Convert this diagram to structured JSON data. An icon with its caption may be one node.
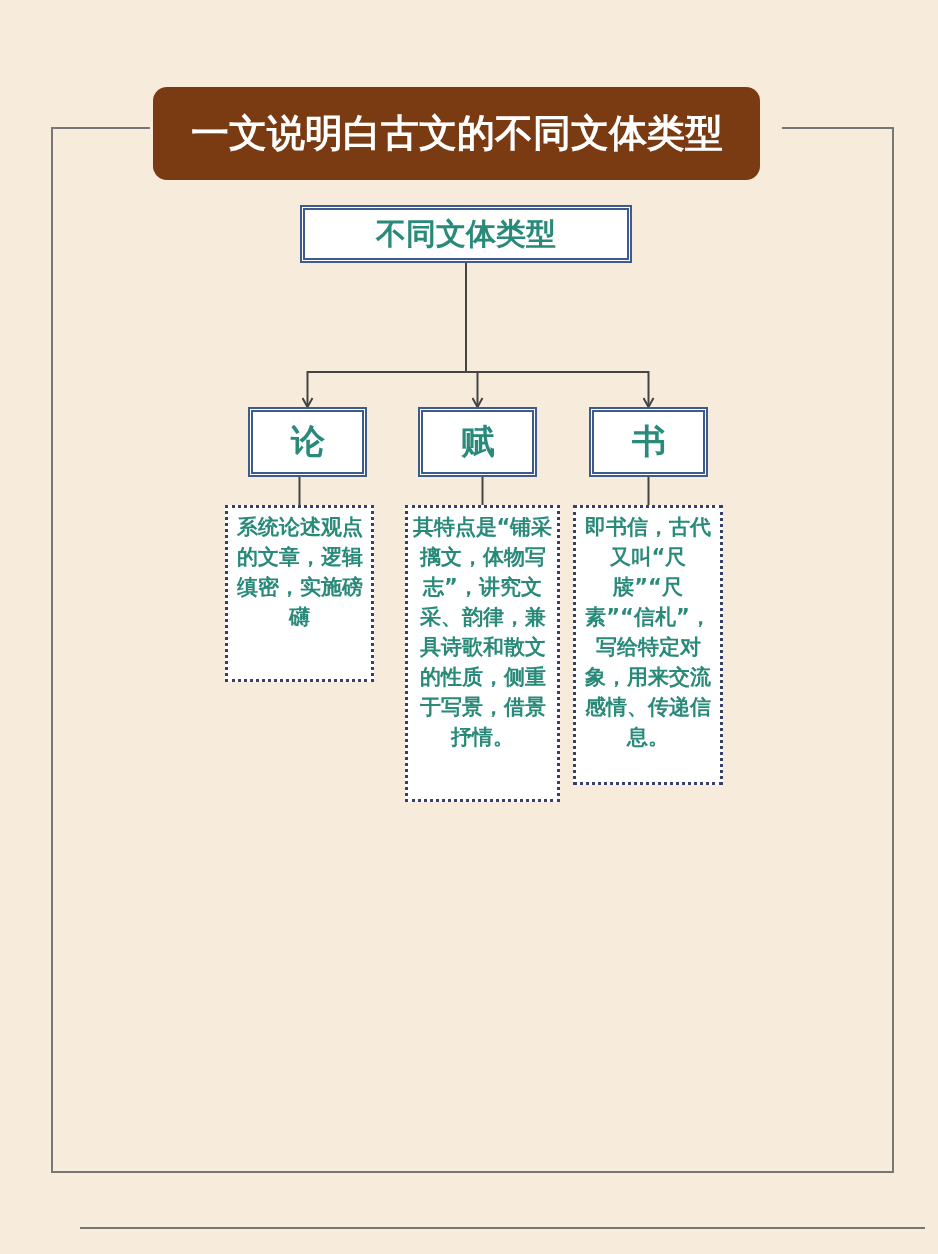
{
  "diagram": {
    "title": "一文说明白古文的不同文体类型",
    "nodes": [
      {
        "text": [
          "不同文体类型"
        ]
      },
      {
        "text": [
          "论"
        ]
      },
      {
        "text": [
          "赋"
        ]
      },
      {
        "text": [
          "书"
        ]
      },
      {
        "text": [
          "系统论述观点的文章，逻辑缜密，实施磅礴"
        ]
      },
      {
        "text": [
          "其特点是“铺采摛文，体物写志”，讲究文采、韵律，兼具诗歌和散文的性质，侧重于写景，借景抒情。"
        ]
      },
      {
        "text": [
          "即书信，古代又叫“尺牍”“尺素”“信札”，写给特定对象，用来交流感情、传递信息。"
        ]
      }
    ],
    "edges": [
      {
        "from": 0,
        "to": 1,
        "arrow": "to"
      },
      {
        "from": 0,
        "to": 2,
        "arrow": "to"
      },
      {
        "from": 0,
        "to": 3,
        "arrow": "to"
      },
      {
        "from": 1,
        "to": 4,
        "arrow": "none"
      },
      {
        "from": 2,
        "to": 5,
        "arrow": "none"
      },
      {
        "from": 3,
        "to": 6,
        "arrow": "none"
      }
    ]
  }
}
